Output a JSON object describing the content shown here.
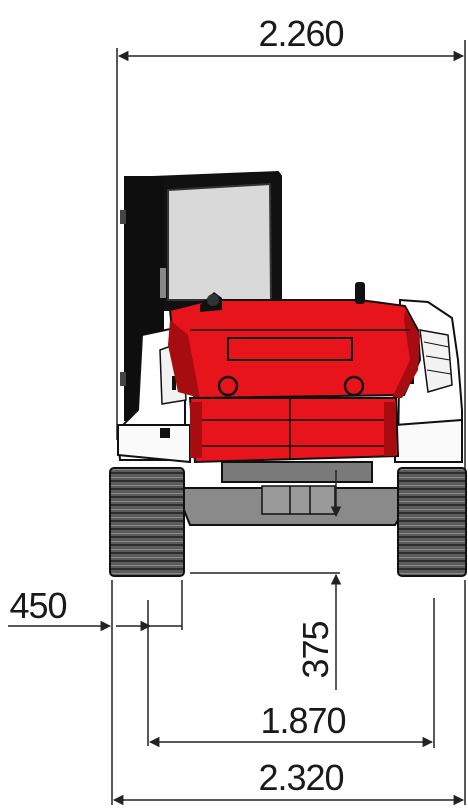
{
  "dimensions": {
    "overall_width_top": "2.260",
    "track_width": "450",
    "ground_clearance": "375",
    "track_gauge": "1.870",
    "overall_width_bottom": "2.320"
  },
  "colors": {
    "body_red": "#e8141b",
    "body_red_dark": "#a60c10",
    "outline": "#111111",
    "track": "#666666",
    "track_dark": "#333333",
    "undercarriage": "#8a8a8a",
    "glass": "#d9d9d9",
    "dim_line": "#222222"
  }
}
